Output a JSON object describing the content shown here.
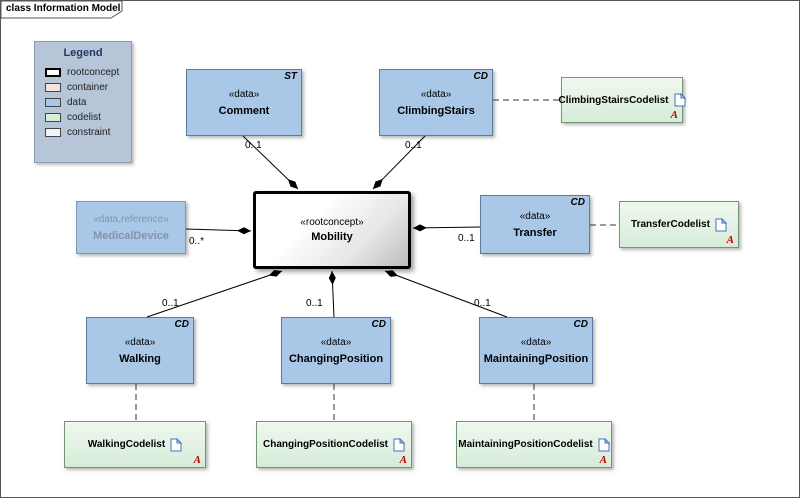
{
  "frame": {
    "title": "class Information Model"
  },
  "legend": {
    "title": "Legend",
    "items": [
      {
        "label": "rootconcept",
        "color": "#ffffff"
      },
      {
        "label": "container",
        "color": "#f6e3da"
      },
      {
        "label": "data",
        "color": "#a9c8e8"
      },
      {
        "label": "codelist",
        "color": "#d8ecd8"
      },
      {
        "label": "constraint",
        "color": "#f3f3fc"
      }
    ]
  },
  "nodes": {
    "mobility": {
      "stereotype": "«rootconcept»",
      "name": "Mobility"
    },
    "comment": {
      "stereotype": "«data»",
      "name": "Comment",
      "badge": "ST",
      "multiplicity": "0..1"
    },
    "climbingStairs": {
      "stereotype": "«data»",
      "name": "ClimbingStairs",
      "badge": "CD",
      "multiplicity": "0..1"
    },
    "transfer": {
      "stereotype": "«data»",
      "name": "Transfer",
      "badge": "CD",
      "multiplicity": "0..1"
    },
    "medicalDevice": {
      "stereotype": "«data,reference»",
      "name": "MedicalDevice",
      "multiplicity": "0..*"
    },
    "walking": {
      "stereotype": "«data»",
      "name": "Walking",
      "badge": "CD",
      "multiplicity": "0..1"
    },
    "changingPosition": {
      "stereotype": "«data»",
      "name": "ChangingPosition",
      "badge": "CD",
      "multiplicity": "0..1"
    },
    "maintainingPosition": {
      "stereotype": "«data»",
      "name": "MaintainingPosition",
      "badge": "CD",
      "multiplicity": "0..1"
    }
  },
  "codelists": {
    "climbingStairs": {
      "label": "ClimbingStairsCodelist",
      "flag": "A"
    },
    "transfer": {
      "label": "TransferCodelist",
      "flag": "A"
    },
    "walking": {
      "label": "WalkingCodelist",
      "flag": "A"
    },
    "changingPosition": {
      "label": "ChangingPositionCodelist",
      "flag": "A"
    },
    "maintainingPosition": {
      "label": "MaintainingPositionCodelist",
      "flag": "A"
    }
  }
}
